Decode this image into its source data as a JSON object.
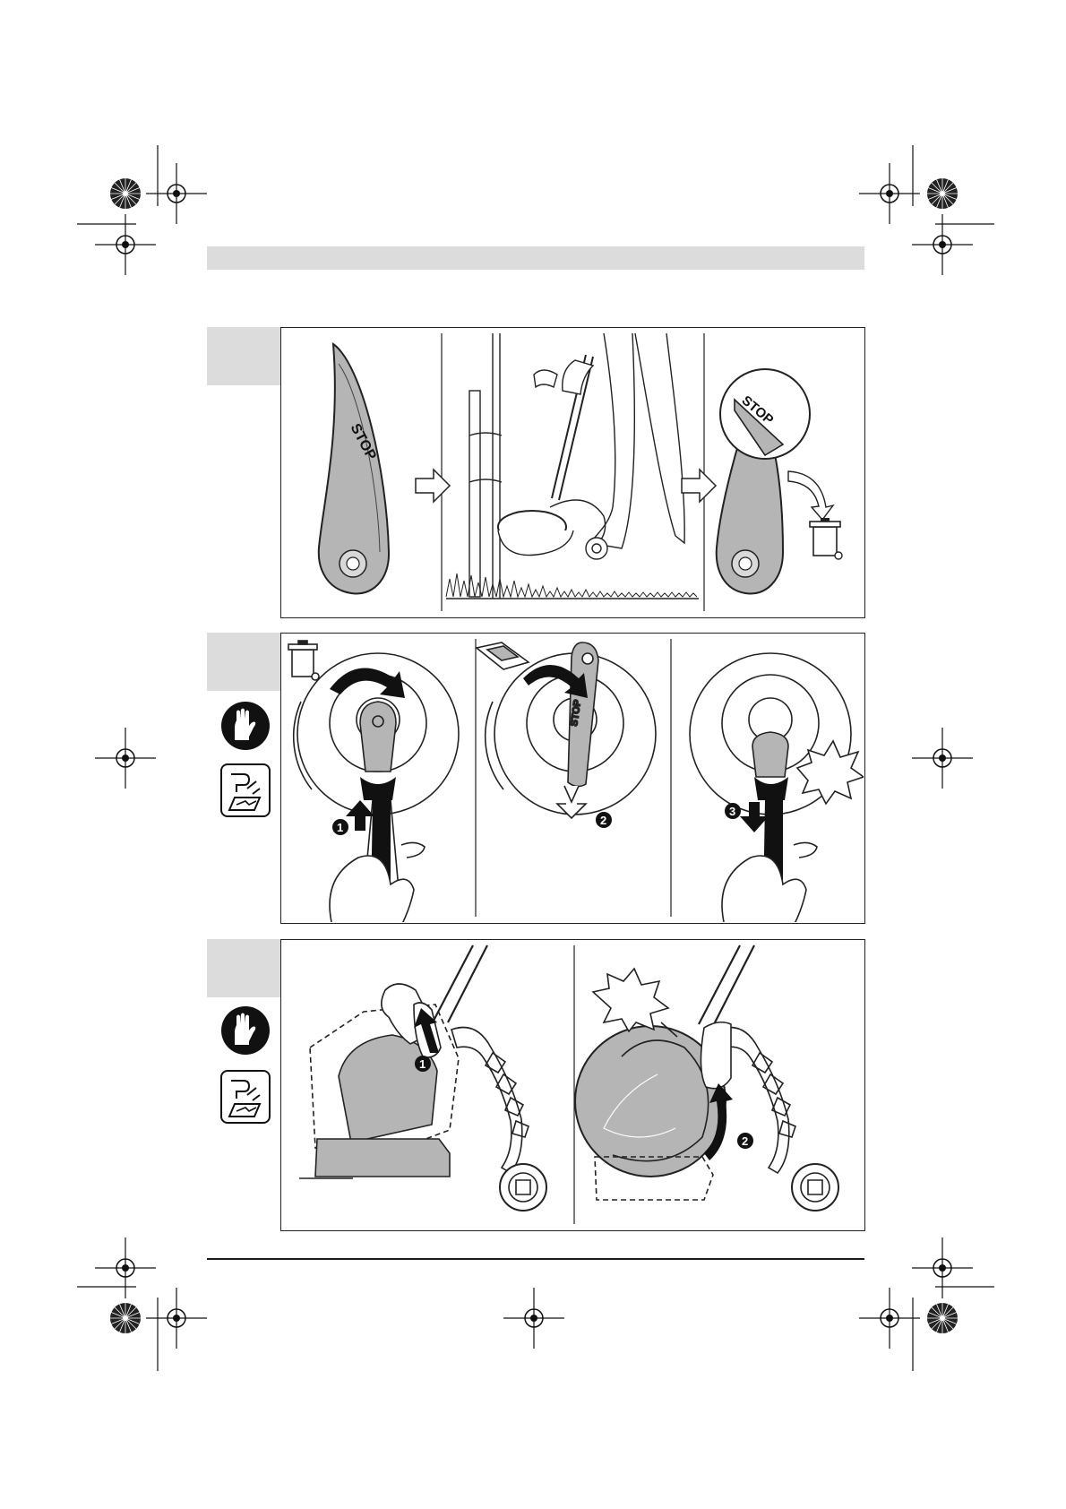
{
  "blade_text": "STOP",
  "step_numbers": {
    "one": "1",
    "two": "2",
    "three": "3"
  },
  "colors": {
    "blade_fill": "#b5b5b5",
    "label_box": "#dcdcdc",
    "line": "#1a1a1a"
  },
  "icons": {
    "gloves": "gloves-icon",
    "manual": "read-manual-icon",
    "bin": "waste-bin-icon",
    "blade_pack": "blade-pack-icon"
  }
}
